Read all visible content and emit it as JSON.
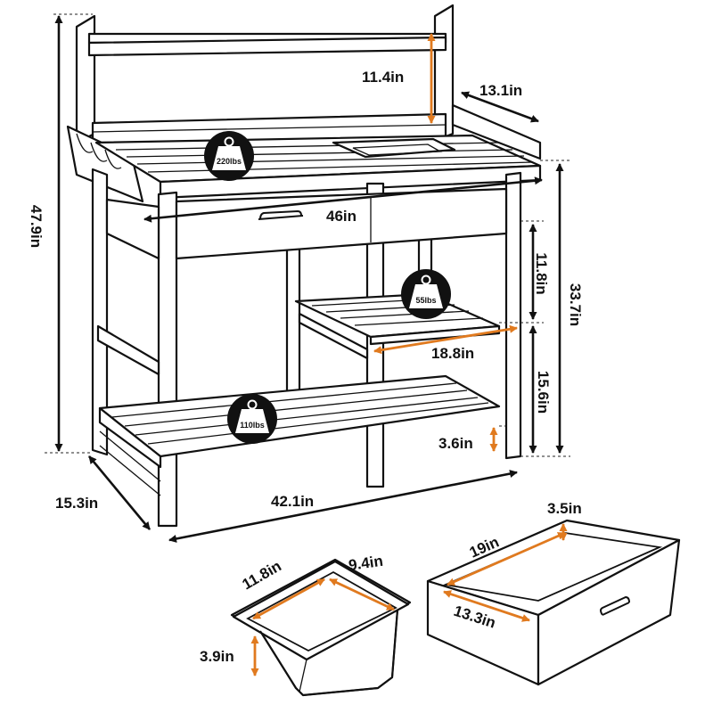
{
  "colors": {
    "line": "#111111",
    "dimension_black": "#111111",
    "dimension_orange": "#e07a1f",
    "background": "#ffffff"
  },
  "icons": [
    "weight-icon",
    "handle-icon"
  ],
  "dimensions": {
    "overall_height": "47.9in",
    "shelf_gap": "11.4in",
    "top_depth": "13.1in",
    "top_width": "46in",
    "table_height": "33.7in",
    "drawer_gap": "11.8in",
    "middle_shelf_width": "18.8in",
    "middle_to_bottom": "15.6in",
    "bottom_clearance": "3.6in",
    "base_depth": "15.3in",
    "base_width": "42.1in"
  },
  "weights": {
    "top": "220lbs",
    "middle": "55lbs",
    "bottom": "110lbs"
  },
  "sink": {
    "length": "11.8in",
    "width": "9.4in",
    "depth": "3.9in"
  },
  "drawer": {
    "length": "19in",
    "height": "3.5in",
    "width": "13.3in"
  }
}
